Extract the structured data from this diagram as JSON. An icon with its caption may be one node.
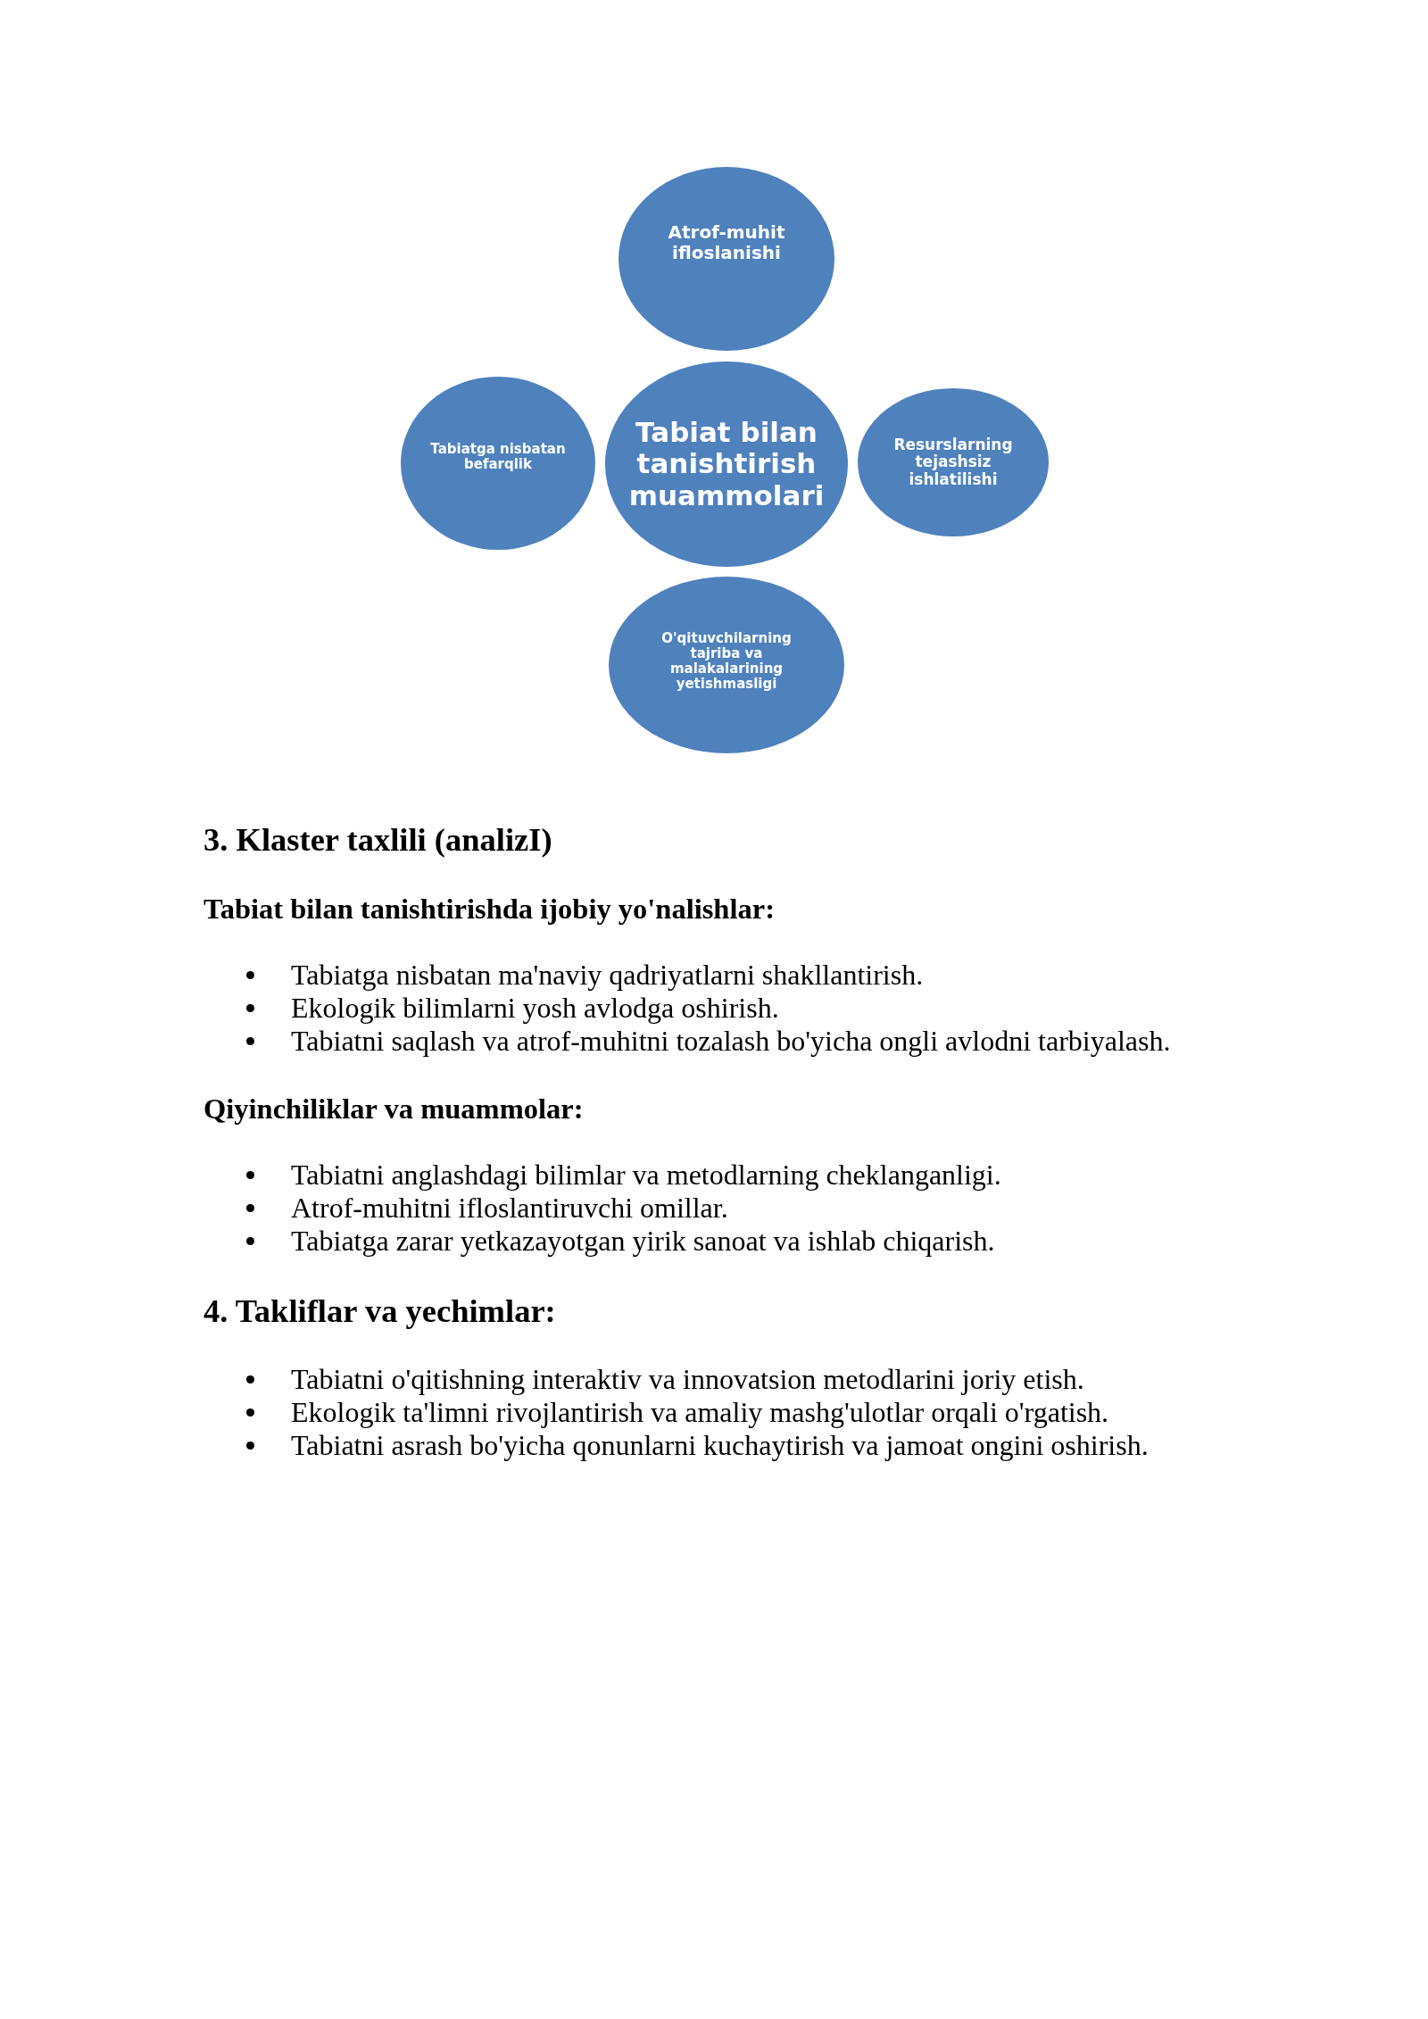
{
  "diagram": {
    "nodes": [
      {
        "text": [
          "Atrof-muhit ifloslanishi"
        ]
      },
      {
        "text": [
          "Tabiatga nisbatan befarqlik"
        ]
      },
      {
        "text": [
          "Tabiat bilan tanishtirish muammolari"
        ]
      },
      {
        "text": [
          "Resurslarning tejashsiz ishlatilishi"
        ]
      },
      {
        "text": [
          "O'qituvchilarning tajriba va malakalarining yetishmasligi"
        ]
      }
    ],
    "labels": [
      "3. Klaster taxlili (analizI)",
      "Tabiat bilan tanishtirishda ijobiy yo'nalishlar:",
      "Tabiatga nisbatan ma'naviy qadriyatlarni shakllantirish.",
      "Ekologik bilimlarni yosh avlodga oshirish.",
      "Tabiatni saqlash va atrof-muhitni tozalash bo'yicha ongli avlodni tarbiyalash.",
      "Qiyinchiliklar va muammolar:",
      "Tabiatni anglashdagi bilimlar va metodlarning cheklanganligi.",
      "Atrof-muhitni ifloslantiruvchi omillar.",
      "Tabiatga zarar yetkazayotgan yirik sanoat va ishlab chiqarish.",
      "4. Takliflar va yechimlar:",
      "Tabiatni o'qitishning interaktiv va innovatsion metodlarini joriy etish.",
      "Ekologik ta'limni rivojlantirish va amaliy mashg'ulotlar orqali o'rgatish.",
      "Tabiatni asrash bo'yicha qonunlarni kuchaytirish va jamoat ongini oshirish."
    ]
  }
}
